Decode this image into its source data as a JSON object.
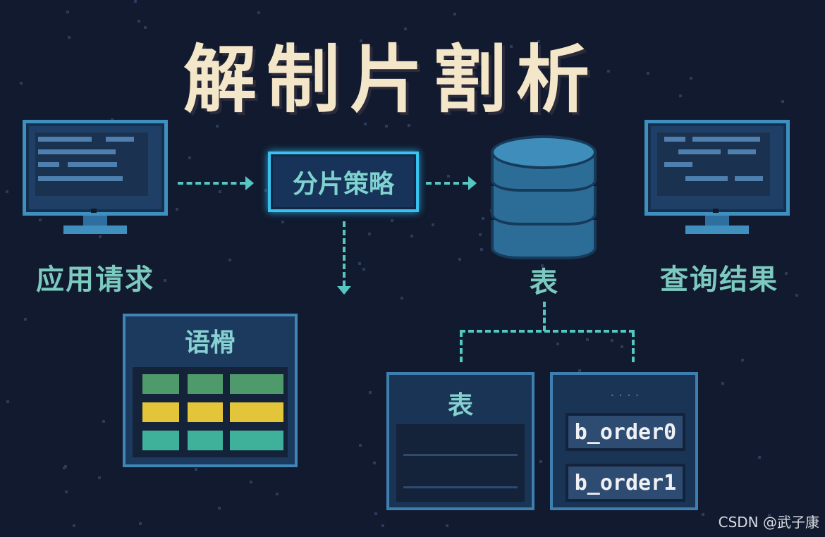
{
  "title": "解制片割析",
  "nodes": {
    "app_request": "应用请求",
    "shard_strategy": "分片策略",
    "table": "表",
    "query_result": "查询结果",
    "routing": "语榾",
    "table_card": "表",
    "shard_dots": "....",
    "shards": [
      "b_order0",
      "b_order1"
    ]
  },
  "watermark": "CSDN @武子康",
  "colors": {
    "background": "#111a2e",
    "title": "#f4e6c8",
    "label": "#7cc9c0",
    "connector": "#56c7c0",
    "accent_border": "#39c2ef",
    "routing_green": "#4f9a6a",
    "routing_yellow": "#e3c53a",
    "routing_teal": "#3fb09a"
  },
  "icons": [
    "monitor-icon",
    "database-icon"
  ]
}
